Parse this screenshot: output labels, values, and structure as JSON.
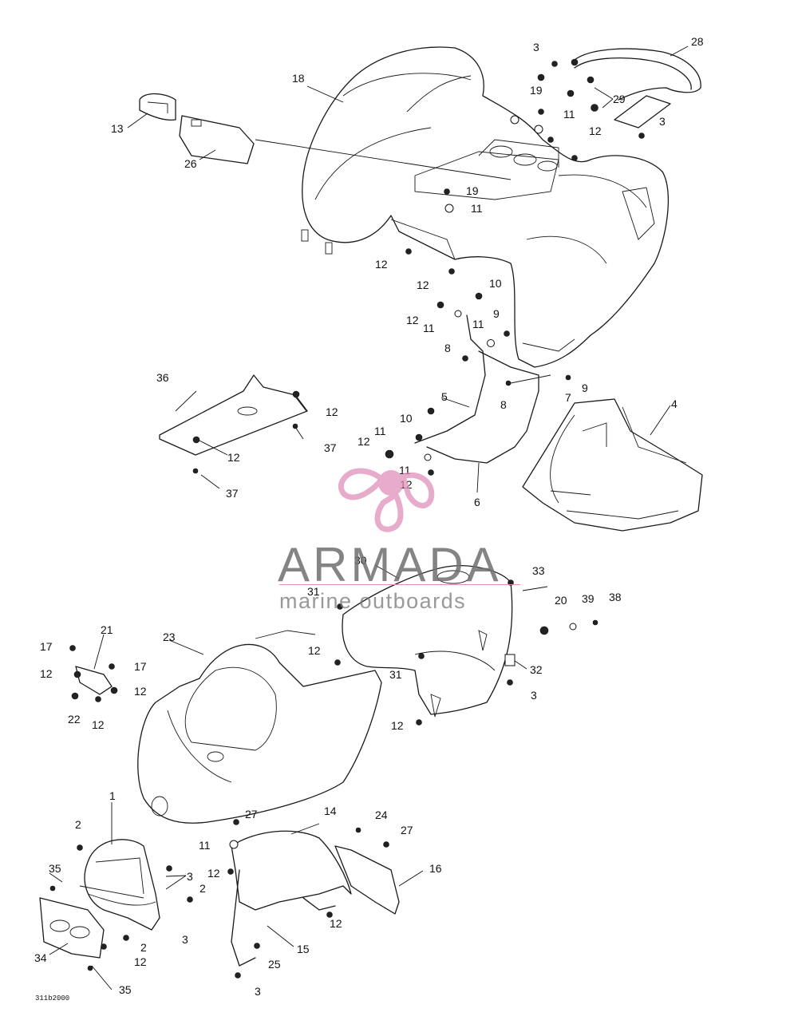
{
  "drawing_number": "311b2000",
  "watermark": {
    "brand": "ARMADA",
    "tagline": "marine outboards",
    "colors": {
      "propeller": "#e08fbb",
      "text": "#6f6f6f",
      "rule": "#e58fb7"
    }
  },
  "callouts": [
    "1",
    "2",
    "3",
    "4",
    "5",
    "6",
    "7",
    "8",
    "9",
    "10",
    "11",
    "12",
    "13",
    "14",
    "15",
    "16",
    "17",
    "18",
    "19",
    "20",
    "21",
    "22",
    "23",
    "24",
    "25",
    "26",
    "27",
    "28",
    "29",
    "30",
    "31",
    "32",
    "33",
    "34",
    "35",
    "36",
    "37",
    "38",
    "39"
  ]
}
